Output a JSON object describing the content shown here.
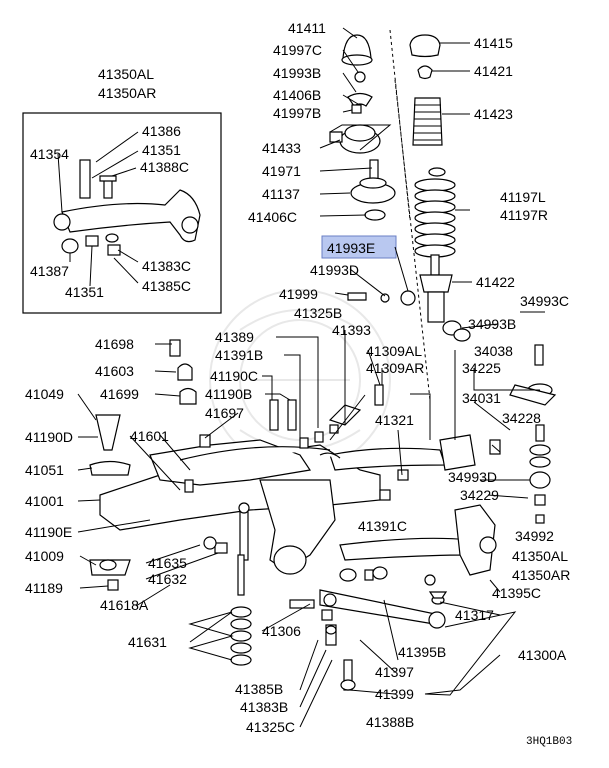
{
  "labels": {
    "p41411": "41411",
    "p41997c": "41997C",
    "p41993b": "41993B",
    "p41406b": "41406B",
    "p41997b": "41997B",
    "p41433": "41433",
    "p41971": "41971",
    "p41137": "41137",
    "p41406c": "41406C",
    "p41993e": "41993E",
    "p41993d": "41993D",
    "p41999": "41999",
    "p41325b": "41325B",
    "p41415": "41415",
    "p41421": "41421",
    "p41423": "41423",
    "p41197l": "41197L",
    "p41197r": "41197R",
    "p41422": "41422",
    "p34993c": "34993C",
    "p34993b": "34993B",
    "p41350al_top": "41350AL",
    "p41350ar_top": "41350AR",
    "p41386": "41386",
    "p41354": "41354",
    "p41351_top": "41351",
    "p41388c": "41388C",
    "p41387": "41387",
    "p41383c": "41383C",
    "p41351_bot": "41351",
    "p41385c": "41385C",
    "p41698": "41698",
    "p41389": "41389",
    "p41393": "41393",
    "p41391b": "41391B",
    "p41309al": "41309AL",
    "p41309ar": "41309AR",
    "p34038": "34038",
    "p34225": "34225",
    "p41603": "41603",
    "p41190c": "41190C",
    "p41049": "41049",
    "p41699": "41699",
    "p41190b": "41190B",
    "p34031": "34031",
    "p41697": "41697",
    "p41321": "41321",
    "p34228": "34228",
    "p41190d": "41190D",
    "p41601": "41601",
    "p34993d": "34993D",
    "p41051": "41051",
    "p34229": "34229",
    "p41001": "41001",
    "p41391c": "41391C",
    "p41190e": "41190E",
    "p34992": "34992",
    "p41350al_bot": "41350AL",
    "p41350ar_bot": "41350AR",
    "p41009": "41009",
    "p41635": "41635",
    "p41395c": "41395C",
    "p41189": "41189",
    "p41632": "41632",
    "p41618a": "41618A",
    "p41317": "41317",
    "p41631": "41631",
    "p41306": "41306",
    "p41395b": "41395B",
    "p41300a": "41300A",
    "p41397": "41397",
    "p41385b": "41385B",
    "p41399": "41399",
    "p41383b": "41383B",
    "p41325c": "41325C",
    "p41388b": "41388B",
    "ref": "3HQ1B03"
  },
  "highlight_color": "#b9c8f0"
}
